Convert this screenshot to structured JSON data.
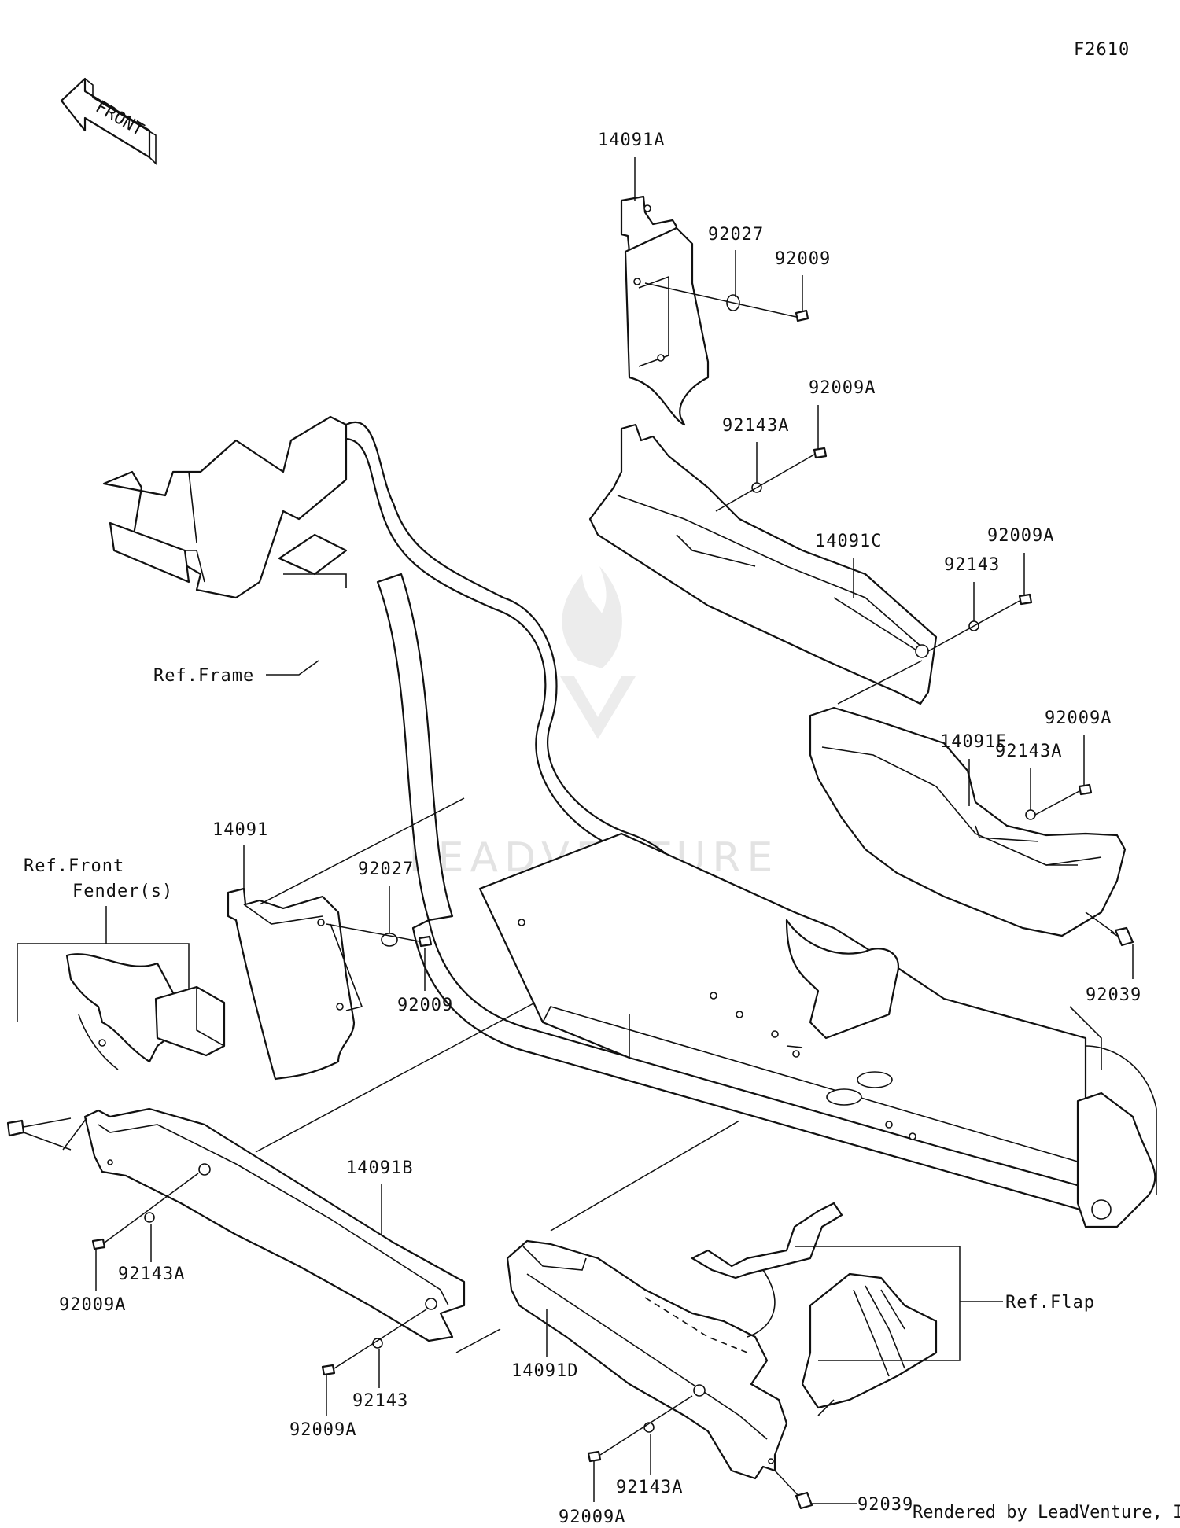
{
  "diagram": {
    "code": "F2610",
    "front_arrow_text": "FRONT",
    "watermark": "LEADVENTURE",
    "footer": "Rendered by LeadVenture, Inc.",
    "callouts": {
      "p14091A": "14091A",
      "p92027_top": "92027",
      "p92009_top": "92009",
      "p92009A_1": "92009A",
      "p92143A_1": "92143A",
      "p14091C": "14091C",
      "p92009A_2": "92009A",
      "p92143_1": "92143",
      "ref_frame": "Ref.Frame",
      "p92009A_3": "92009A",
      "p14091E": "14091E",
      "p92143A_2": "92143A",
      "p14091": "14091",
      "ref_front_fender_1": "Ref.Front",
      "ref_front_fender_2": "Fender(s)",
      "p92027_mid": "92027",
      "p92009_mid": "92009",
      "p92039_right": "92039",
      "p14091B": "14091B",
      "p92143A_3": "92143A",
      "p92009A_4": "92009A",
      "p92143_2": "92143",
      "p92009A_5": "92009A",
      "p14091D": "14091D",
      "ref_flap": "Ref.Flap",
      "p92143A_4": "92143A",
      "p92009A_6": "92009A",
      "p92039_bottom": "92039"
    }
  }
}
